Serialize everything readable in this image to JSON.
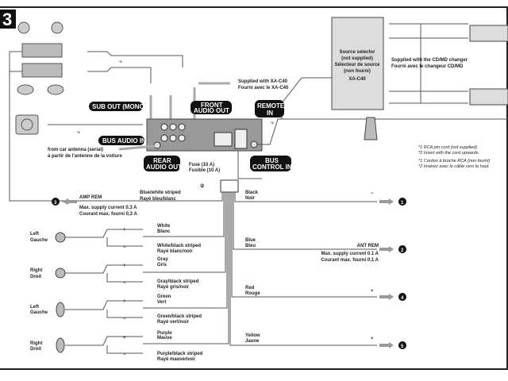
{
  "section_number": "3",
  "head_unit": {
    "sub_out": "SUB OUT (MONO)",
    "front_audio_out": [
      "FRONT",
      "AUDIO OUT"
    ],
    "remote_in": [
      "REMOTE",
      "IN"
    ],
    "bus_audio_in": "BUS AUDIO IN",
    "rear_audio_out": [
      "REAR",
      "AUDIO OUT"
    ],
    "bus_control_in": [
      "BUS",
      "CONTROL IN"
    ],
    "fuse": [
      "Fuse (10 A)",
      "Fusible (10 A)"
    ],
    "antenna": [
      "from car antenna (serial)",
      "à partir de l'antenne de la voiture"
    ]
  },
  "xa_c40": [
    "Supplied with XA-C40",
    "Fourni avec le XA-C40"
  ],
  "source_selector": [
    "Source selector",
    "(not supplied)",
    "Sélecteur de source",
    "(non fourni)",
    "XA-C40"
  ],
  "cd_md": [
    "Supplied with the CD/MD changer",
    "Fourni avec le changeur CD/MD"
  ],
  "footnotes": [
    "*1 RCA pin cord (not supplied)",
    "*2 Insert with the cord upwards.",
    "*1 Cordon à broche RCA (non fourni)",
    "*2 Insérez avec le câble vers le haut."
  ],
  "markers": {
    "n1": "*1",
    "n2": "*2",
    "connector": "②"
  },
  "amp_rem": {
    "wire": [
      "Blue/white striped",
      "Rayé bleu/blanc"
    ],
    "label": "AMP REM",
    "current": [
      "Max. supply current 0.3 A",
      "Courant max. fourni 0,3 A"
    ],
    "ref": "3"
  },
  "right_wires": [
    {
      "color": [
        "Black",
        "Noir"
      ],
      "polarity": "−",
      "ref": "1"
    },
    {
      "color": [
        "Blue",
        "Bleu"
      ],
      "label": "ANT REM",
      "current": [
        "Max. supply current 0.1 A",
        "Courant max. fourni 0,1 A"
      ],
      "ref": "2"
    },
    {
      "color": [
        "Red",
        "Rouge"
      ],
      "polarity": "+",
      "ref": "4"
    },
    {
      "color": [
        "Yellow",
        "Jaune"
      ],
      "polarity": "+",
      "ref": "5"
    }
  ],
  "speakers": [
    {
      "side": [
        "Left",
        "Gauche"
      ],
      "plus": [
        "White",
        "Blanc"
      ],
      "minus": [
        "White/black striped",
        "Rayé blanc/noir"
      ]
    },
    {
      "side": [
        "Right",
        "Droit"
      ],
      "plus": [
        "Gray",
        "Gris"
      ],
      "minus": [
        "Gray/black striped",
        "Rayé gris/noir"
      ]
    },
    {
      "side": [
        "Left",
        "Gauche"
      ],
      "plus": [
        "Green",
        "Vert"
      ],
      "minus": [
        "Green/black striped",
        "Rayé vert/noir"
      ]
    },
    {
      "side": [
        "Right",
        "Droit"
      ],
      "plus": [
        "Purple",
        "Mauve"
      ],
      "minus": [
        "Purple/black striped",
        "Rayé mauve/noir"
      ]
    }
  ],
  "symbols": {
    "plus": "+",
    "minus": "−"
  }
}
